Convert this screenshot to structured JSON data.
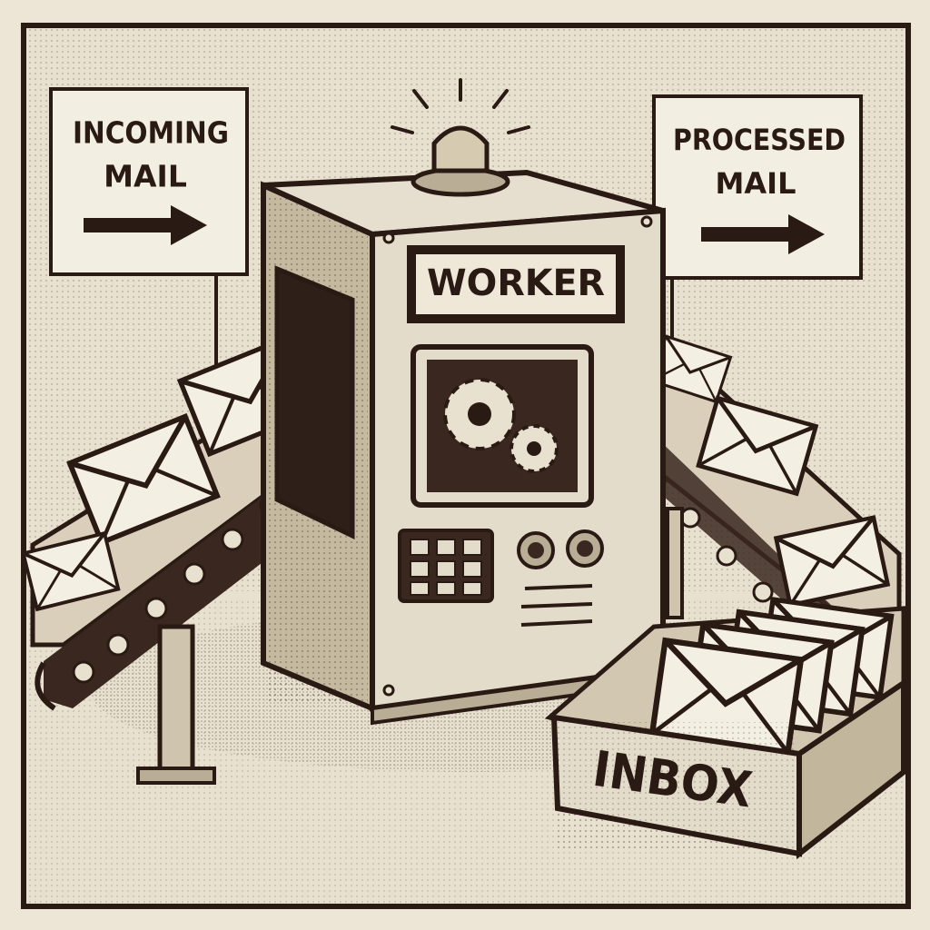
{
  "signs": {
    "incoming": {
      "line1": "INCOMING",
      "line2": "MAIL"
    },
    "processed": {
      "line1": "PROCESSED",
      "line2": "MAIL"
    }
  },
  "machine": {
    "label": "WORKER"
  },
  "inbox": {
    "label": "INBOX"
  },
  "colors": {
    "ink": "#2a1a14",
    "paper": "#efe8d8",
    "shade": "#cfc4ad",
    "mid": "#b9ad95"
  },
  "icons": [
    "gear-icon",
    "alarm-light-icon",
    "arrow-right-icon",
    "envelope-icon"
  ]
}
